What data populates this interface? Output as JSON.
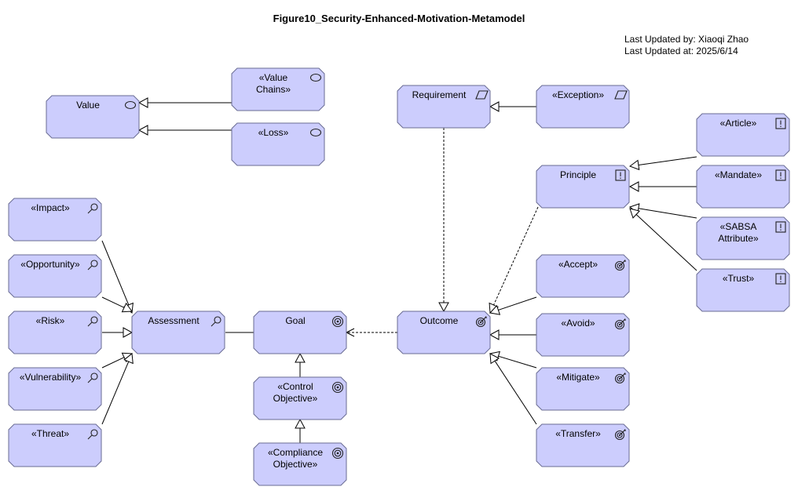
{
  "title": "Figure10_Security-Enhanced-Motivation-Metamodel",
  "meta": {
    "updated_by": "Last Updated by: Xiaoqi Zhao",
    "updated_at": "Last Updated at: 2025/6/14"
  },
  "nodes": [
    {
      "id": "value",
      "lines": [
        "Value"
      ],
      "icon": "value-icon"
    },
    {
      "id": "value-chains",
      "lines": [
        "«Value",
        "Chains»"
      ],
      "icon": "value-icon"
    },
    {
      "id": "loss",
      "lines": [
        "«Loss»"
      ],
      "icon": "value-icon"
    },
    {
      "id": "requirement",
      "lines": [
        "Requirement"
      ],
      "icon": "requirement-icon"
    },
    {
      "id": "exception",
      "lines": [
        "«Exception»"
      ],
      "icon": "requirement-icon"
    },
    {
      "id": "article",
      "lines": [
        "«Article»"
      ],
      "icon": "principle-icon"
    },
    {
      "id": "principle",
      "lines": [
        "Principle"
      ],
      "icon": "principle-icon"
    },
    {
      "id": "mandate",
      "lines": [
        "«Mandate»"
      ],
      "icon": "principle-icon"
    },
    {
      "id": "sabsa-attribute",
      "lines": [
        "«SABSA",
        "Attribute»"
      ],
      "icon": "principle-icon"
    },
    {
      "id": "trust",
      "lines": [
        "«Trust»"
      ],
      "icon": "principle-icon"
    },
    {
      "id": "impact",
      "lines": [
        "«Impact»"
      ],
      "icon": "assessment-icon"
    },
    {
      "id": "opportunity",
      "lines": [
        "«Opportunity»"
      ],
      "icon": "assessment-icon"
    },
    {
      "id": "risk",
      "lines": [
        "«Risk»"
      ],
      "icon": "assessment-icon"
    },
    {
      "id": "vulnerability",
      "lines": [
        "«Vulnerability»"
      ],
      "icon": "assessment-icon"
    },
    {
      "id": "threat",
      "lines": [
        "«Threat»"
      ],
      "icon": "assessment-icon"
    },
    {
      "id": "assessment",
      "lines": [
        "Assessment"
      ],
      "icon": "assessment-icon"
    },
    {
      "id": "goal",
      "lines": [
        "Goal"
      ],
      "icon": "goal-icon"
    },
    {
      "id": "control-objective",
      "lines": [
        "«Control",
        "Objective»"
      ],
      "icon": "goal-icon"
    },
    {
      "id": "compliance-objective",
      "lines": [
        "«Compliance",
        "Objective»"
      ],
      "icon": "goal-icon"
    },
    {
      "id": "outcome",
      "lines": [
        "Outcome"
      ],
      "icon": "outcome-icon"
    },
    {
      "id": "accept",
      "lines": [
        "«Accept»"
      ],
      "icon": "outcome-icon"
    },
    {
      "id": "avoid",
      "lines": [
        "«Avoid»"
      ],
      "icon": "outcome-icon"
    },
    {
      "id": "mitigate",
      "lines": [
        "«Mitigate»"
      ],
      "icon": "outcome-icon"
    },
    {
      "id": "transfer",
      "lines": [
        "«Transfer»"
      ],
      "icon": "outcome-icon"
    }
  ],
  "edges": [
    {
      "id": "value-chains-to-value",
      "from": "value-chains",
      "to": "value",
      "kind": "specialization"
    },
    {
      "id": "loss-to-value",
      "from": "loss",
      "to": "value",
      "kind": "specialization"
    },
    {
      "id": "exception-to-requirement",
      "from": "exception",
      "to": "requirement",
      "kind": "specialization"
    },
    {
      "id": "article-to-principle",
      "from": "article",
      "to": "principle",
      "kind": "specialization"
    },
    {
      "id": "mandate-to-principle",
      "from": "mandate",
      "to": "principle",
      "kind": "specialization"
    },
    {
      "id": "sabsa-attribute-to-principle",
      "from": "sabsa-attribute",
      "to": "principle",
      "kind": "specialization"
    },
    {
      "id": "trust-to-principle",
      "from": "trust",
      "to": "principle",
      "kind": "specialization"
    },
    {
      "id": "impact-to-assessment",
      "from": "impact",
      "to": "assessment",
      "kind": "specialization"
    },
    {
      "id": "opportunity-to-assessment",
      "from": "opportunity",
      "to": "assessment",
      "kind": "specialization"
    },
    {
      "id": "risk-to-assessment",
      "from": "risk",
      "to": "assessment",
      "kind": "specialization"
    },
    {
      "id": "vulnerability-to-assessment",
      "from": "vulnerability",
      "to": "assessment",
      "kind": "specialization"
    },
    {
      "id": "threat-to-assessment",
      "from": "threat",
      "to": "assessment",
      "kind": "specialization"
    },
    {
      "id": "assessment-goal",
      "from": "assessment",
      "to": "goal",
      "kind": "association"
    },
    {
      "id": "control-objective-to-goal",
      "from": "control-objective",
      "to": "goal",
      "kind": "specialization"
    },
    {
      "id": "compliance-objective-to-control-objective",
      "from": "compliance-objective",
      "to": "control-objective",
      "kind": "specialization"
    },
    {
      "id": "outcome-to-goal",
      "from": "outcome",
      "to": "goal",
      "kind": "influence"
    },
    {
      "id": "requirement-to-outcome",
      "from": "requirement",
      "to": "outcome",
      "kind": "realization"
    },
    {
      "id": "principle-to-outcome",
      "from": "principle",
      "to": "outcome",
      "kind": "realization"
    },
    {
      "id": "accept-to-outcome",
      "from": "accept",
      "to": "outcome",
      "kind": "specialization"
    },
    {
      "id": "avoid-to-outcome",
      "from": "avoid",
      "to": "outcome",
      "kind": "specialization"
    },
    {
      "id": "mitigate-to-outcome",
      "from": "mitigate",
      "to": "outcome",
      "kind": "specialization"
    },
    {
      "id": "transfer-to-outcome",
      "from": "transfer",
      "to": "outcome",
      "kind": "specialization"
    }
  ]
}
